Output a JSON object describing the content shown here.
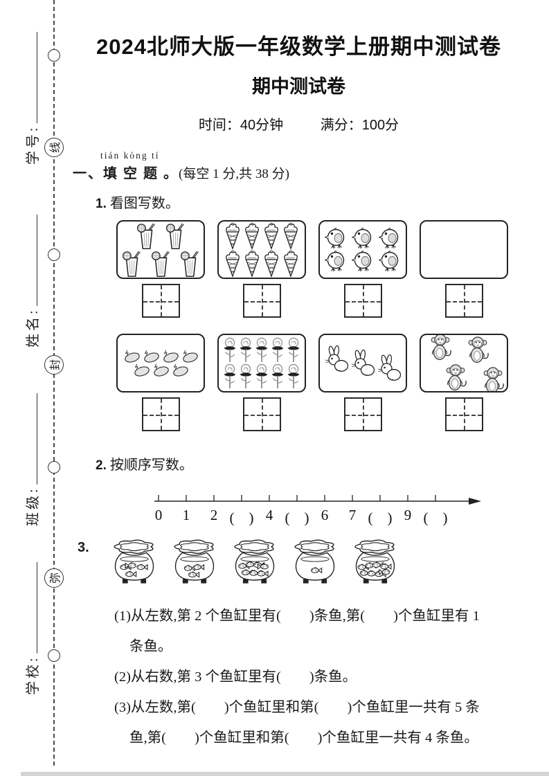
{
  "page": {
    "title": "2024北师大版一年级数学上册期中测试卷",
    "subtitle": "期中测试卷",
    "time_label": "时间：40分钟",
    "score_label": "满分：100分"
  },
  "margin": {
    "fields": [
      {
        "name": "student-id-field",
        "label": "学号:"
      },
      {
        "name": "name-field",
        "label": "姓名:"
      },
      {
        "name": "class-field",
        "label": "班级:"
      },
      {
        "name": "school-field",
        "label": "学校:"
      }
    ],
    "seal_chars": [
      "线",
      "封",
      "弥"
    ]
  },
  "section1": {
    "pinyin": "tián kòng  tí",
    "heading": "一、填 空 题 。",
    "note": "(每空 1 分,共 38 分)"
  },
  "q1": {
    "label": "1.",
    "text": "看图写数。",
    "boxes": [
      {
        "item": "drink-glass",
        "count": 5,
        "rows": [
          2,
          3
        ]
      },
      {
        "item": "ice-cream-cone",
        "count": 8,
        "rows": [
          4,
          4
        ]
      },
      {
        "item": "chick",
        "count": 6,
        "rows": [
          3,
          3
        ]
      },
      {
        "item": "empty",
        "count": 0,
        "rows": []
      },
      {
        "item": "eggplant",
        "count": 7,
        "rows": [
          4,
          3
        ]
      },
      {
        "item": "flower",
        "count": 10,
        "rows": [
          5,
          5
        ]
      },
      {
        "item": "rabbit",
        "count": 3,
        "rows": [
          3
        ]
      },
      {
        "item": "monkey",
        "count": 4,
        "rows": [
          2,
          2
        ]
      }
    ]
  },
  "q2": {
    "label": "2.",
    "text": "按顺序写数。",
    "number_line_labels": [
      "0",
      "1",
      "2",
      "(　)",
      "4",
      "(　)",
      "6",
      "7",
      "(　)",
      "9",
      "(　)"
    ]
  },
  "q3": {
    "label": "3.",
    "fish_counts": [
      4,
      3,
      7,
      1,
      8
    ],
    "sub_questions": [
      {
        "lines": [
          "(1)从左数,第 2 个鱼缸里有(　　)条鱼,第(　　)个鱼缸里有 1",
          "条鱼。"
        ]
      },
      {
        "lines": [
          "(2)从右数,第 3 个鱼缸里有(　　)条鱼。"
        ]
      },
      {
        "lines": [
          "(3)从左数,第(　　)个鱼缸里和第(　　)个鱼缸里一共有 5 条",
          "鱼,第(　　)个鱼缸里和第(　　)个鱼缸里一共有 4 条鱼。"
        ]
      }
    ]
  }
}
